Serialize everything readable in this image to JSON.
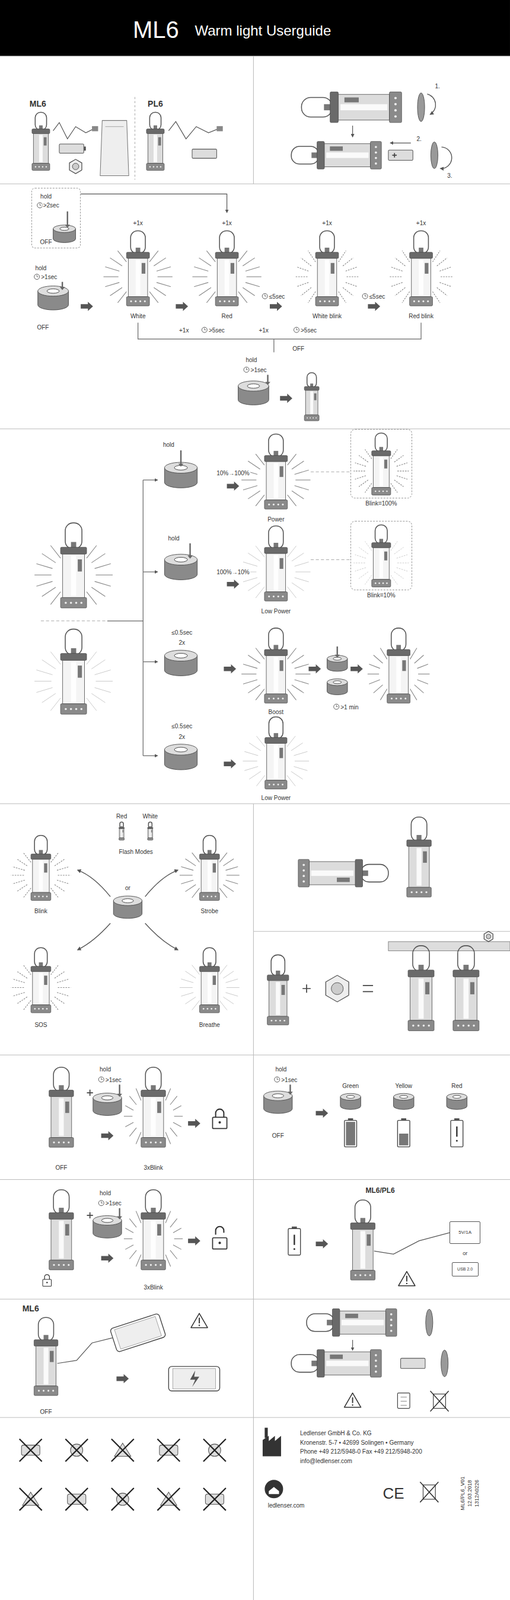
{
  "diagram": {
    "title": "ML6",
    "nodes": [
      {
        "text": [
          "hold",
          ">2sec",
          "OFF"
        ]
      },
      {
        "text": [
          "Blink=100%"
        ]
      },
      {
        "text": [
          "Blink=10%"
        ]
      },
      {
        "text": [
          "5V/1A"
        ]
      },
      {
        "text": [
          "USB 2.0"
        ]
      }
    ],
    "labels": [
      "Warm light Userguide",
      "ML6",
      "PL6",
      "1.",
      "2.",
      "3.",
      "hold",
      ">1sec",
      "OFF",
      "+1x",
      "White",
      "+1x",
      "Red",
      "≤5sec",
      "+1x",
      "White blink",
      "≤5sec",
      "+1x",
      "Red blink",
      "+1x",
      ">5sec",
      "+1x",
      ">5sec",
      "OFF",
      "hold",
      ">1sec",
      "hold",
      "10%→100%",
      "Power",
      "hold",
      "100%→10%",
      "Low Power",
      "≤0.5sec",
      "2x",
      "Boost",
      ">1 min",
      "≤0.5sec",
      "2x",
      "Low Power",
      "Red",
      "White",
      "Flash Modes",
      "Blink",
      "Strobe",
      "or",
      "SOS",
      "Breathe",
      "hold",
      ">1sec",
      "OFF",
      "3xBlink",
      "hold",
      ">1sec",
      "OFF",
      "Green",
      "Yellow",
      "Red",
      "hold",
      ">1sec",
      "3xBlink",
      "ML6/PL6",
      "or",
      "ML6",
      "OFF",
      "Ledlenser GmbH & Co. KG",
      "Kronenstr. 5-7 • 42699 Solingen • Germany",
      "Phone +49 212/5948-0 Fax +49 212/5948-200",
      "info@ledlenser.com",
      "ledlenser.com",
      "CE",
      "ML6/PL6_V01",
      "12.03.2018",
      "1312A0226"
    ]
  }
}
